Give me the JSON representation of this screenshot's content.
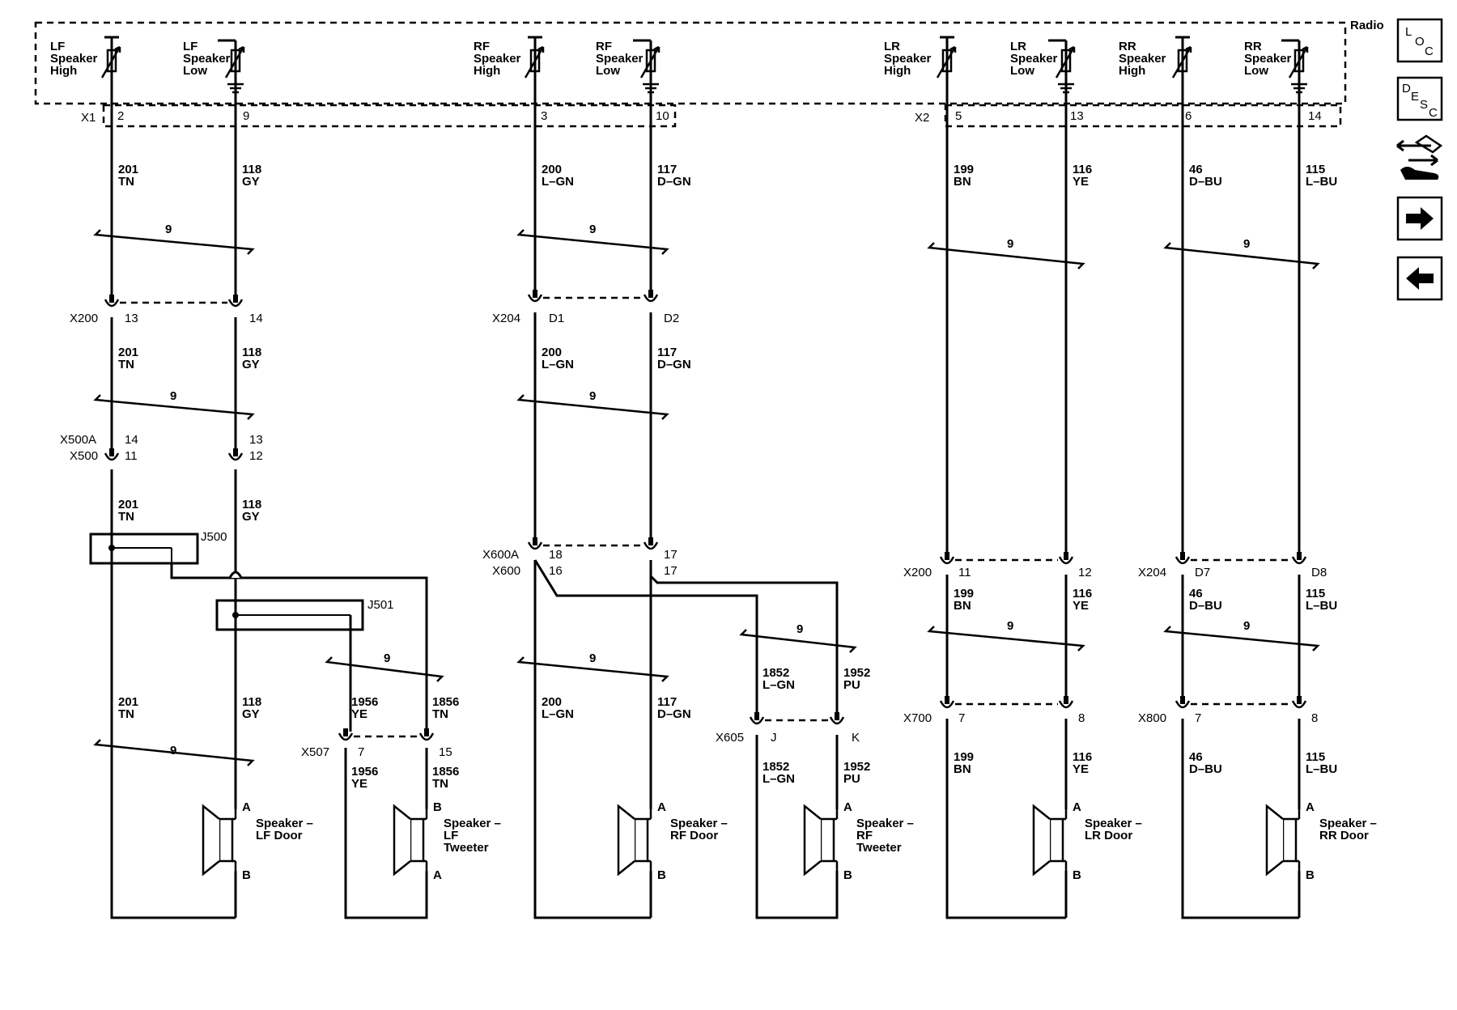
{
  "radio": {
    "label": "Radio"
  },
  "radio_outputs": [
    {
      "name": [
        "LF",
        "Speaker",
        "High"
      ]
    },
    {
      "name": [
        "LF",
        "Speaker",
        "Low"
      ]
    },
    {
      "name": [
        "RF",
        "Speaker",
        "High"
      ]
    },
    {
      "name": [
        "RF",
        "Speaker",
        "Low"
      ]
    },
    {
      "name": [
        "LR",
        "Speaker",
        "High"
      ]
    },
    {
      "name": [
        "LR",
        "Speaker",
        "Low"
      ]
    },
    {
      "name": [
        "RR",
        "Speaker",
        "High"
      ]
    },
    {
      "name": [
        "RR",
        "Speaker",
        "Low"
      ]
    }
  ],
  "radio_connectors": [
    "X1",
    "X2"
  ],
  "radio_pins": [
    "2",
    "9",
    "3",
    "10",
    "5",
    "13",
    "6",
    "14"
  ],
  "circuits_top": [
    [
      "201",
      "TN"
    ],
    [
      "118",
      "GY"
    ],
    [
      "200",
      "L–GN"
    ],
    [
      "117",
      "D–GN"
    ],
    [
      "199",
      "BN"
    ],
    [
      "116",
      "YE"
    ],
    [
      "46",
      "D–BU"
    ],
    [
      "115",
      "L–BU"
    ]
  ],
  "twist_label": "9",
  "inline_connectors": [
    {
      "id": "X200",
      "pins": [
        "13",
        "14"
      ]
    },
    {
      "id": "X204",
      "pins": [
        "D1",
        "D2"
      ]
    },
    {
      "id": "X200",
      "pins": [
        "11",
        "12"
      ]
    },
    {
      "id": "X204",
      "pins": [
        "D7",
        "D8"
      ]
    },
    {
      "id": "X500A",
      "pins": [
        "14",
        "13"
      ]
    },
    {
      "id": "X500",
      "pins": [
        "11",
        "12"
      ]
    },
    {
      "id": "X600A",
      "pins": [
        "18",
        "17"
      ]
    },
    {
      "id": "X600",
      "pins": [
        "16",
        "17"
      ]
    },
    {
      "id": "X507",
      "pins": [
        "7",
        "15"
      ]
    },
    {
      "id": "X605",
      "pins": [
        "J",
        "K"
      ]
    },
    {
      "id": "X700",
      "pins": [
        "7",
        "8"
      ]
    },
    {
      "id": "X800",
      "pins": [
        "7",
        "8"
      ]
    }
  ],
  "circuits_mid": [
    [
      "201",
      "TN"
    ],
    [
      "118",
      "GY"
    ],
    [
      "200",
      "L–GN"
    ],
    [
      "117",
      "D–GN"
    ],
    [
      "201",
      "TN"
    ],
    [
      "118",
      "GY"
    ],
    [
      "199",
      "BN"
    ],
    [
      "116",
      "YE"
    ],
    [
      "46",
      "D–BU"
    ],
    [
      "115",
      "L–BU"
    ]
  ],
  "circuits_low": [
    [
      "201",
      "TN"
    ],
    [
      "118",
      "GY"
    ],
    [
      "1956",
      "YE"
    ],
    [
      "1856",
      "TN"
    ],
    [
      "200",
      "L–GN"
    ],
    [
      "117",
      "D–GN"
    ],
    [
      "1852",
      "L–GN"
    ],
    [
      "1952",
      "PU"
    ],
    [
      "1956",
      "YE"
    ],
    [
      "1856",
      "TN"
    ],
    [
      "1852",
      "L–GN"
    ],
    [
      "1952",
      "PU"
    ],
    [
      "199",
      "BN"
    ],
    [
      "116",
      "YE"
    ],
    [
      "46",
      "D–BU"
    ],
    [
      "115",
      "L–BU"
    ]
  ],
  "splices": [
    "J500",
    "J501"
  ],
  "speakers": [
    {
      "name": [
        "Speaker –",
        "LF Door"
      ],
      "top": "A",
      "bottom": "B"
    },
    {
      "name": [
        "Speaker –",
        "LF",
        "Tweeter"
      ],
      "top": "B",
      "bottom": "A"
    },
    {
      "name": [
        "Speaker –",
        "RF Door"
      ],
      "top": "A",
      "bottom": "B"
    },
    {
      "name": [
        "Speaker –",
        "RF",
        "Tweeter"
      ],
      "top": "A",
      "bottom": "B"
    },
    {
      "name": [
        "Speaker –",
        "LR Door"
      ],
      "top": "A",
      "bottom": "B"
    },
    {
      "name": [
        "Speaker –",
        "RR Door"
      ],
      "top": "A",
      "bottom": "B"
    }
  ],
  "nav": {
    "loc": [
      "L",
      "O",
      "C"
    ],
    "desc": [
      "D",
      "E",
      "S",
      "C"
    ],
    "connector_icon": "connector-icon",
    "next_icon": "arrow-right-icon",
    "prev_icon": "arrow-left-icon"
  }
}
